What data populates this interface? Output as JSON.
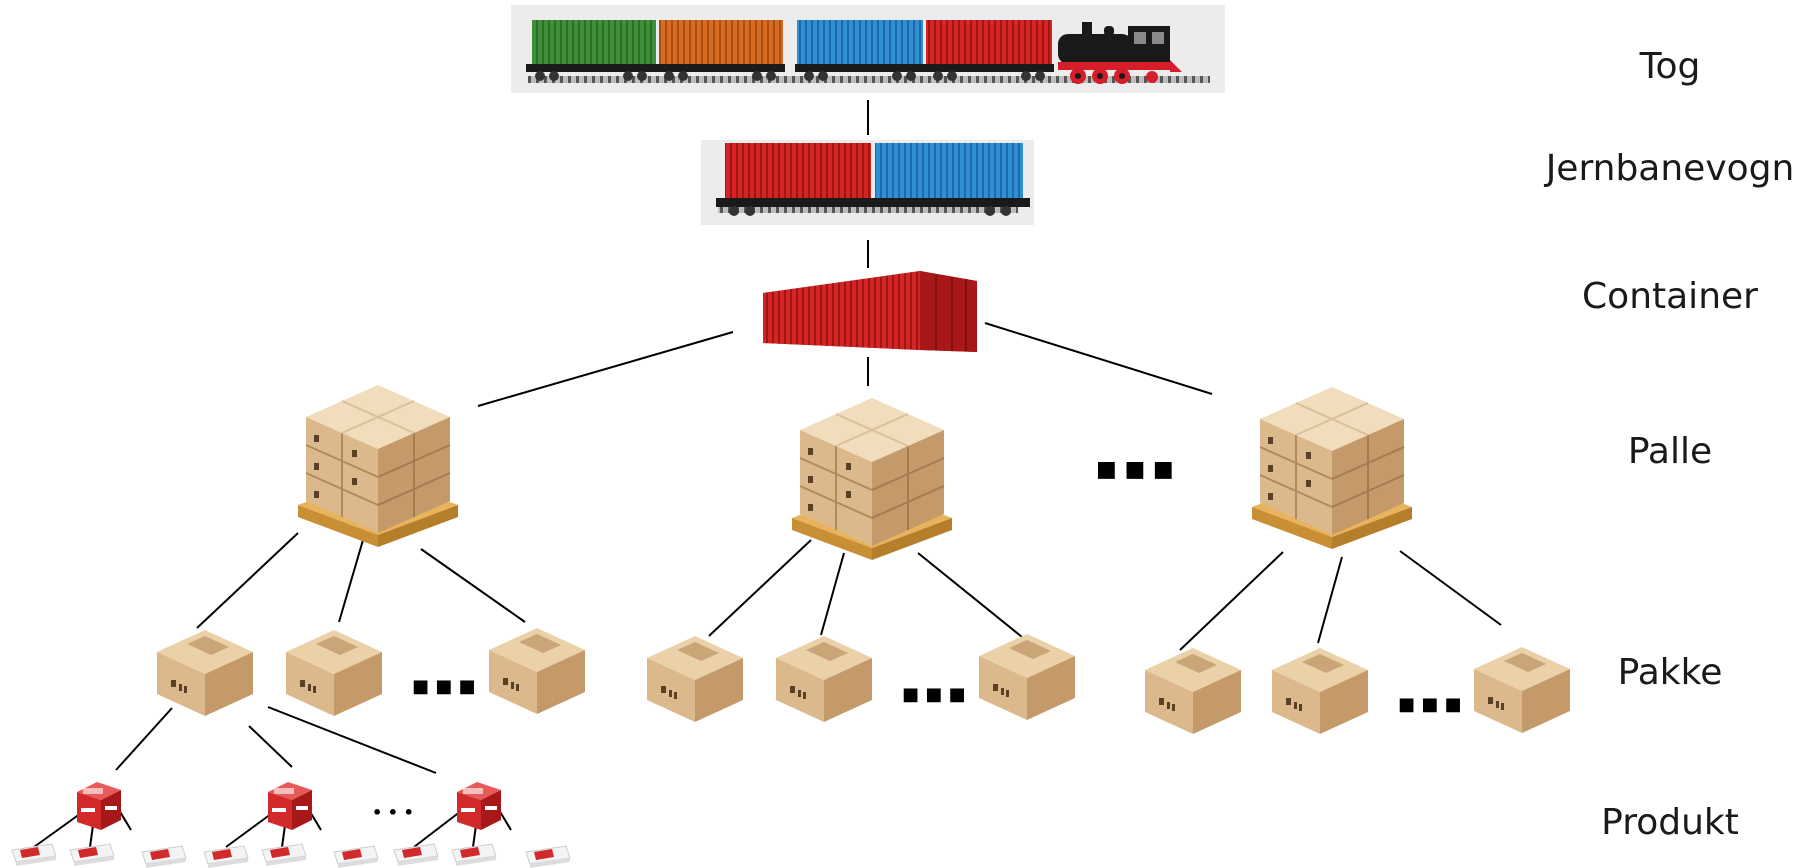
{
  "levels": {
    "tog": "Tog",
    "jernbanevogn": "Jernbanevogn",
    "container": "Container",
    "palle": "Palle",
    "pakke": "Pakke",
    "produkt": "Produkt"
  },
  "ellipsis": {
    "big": "■ ■ ■",
    "small": "• • •"
  },
  "colors": {
    "container_green": "#3f8f3a",
    "container_orange": "#d96a22",
    "container_blue": "#2f8fd6",
    "container_red": "#d42424",
    "locomotive": "#1a1a1a",
    "locomotive_red": "#d61d2a",
    "box": "#dcb98c",
    "box_dark": "#c49a6a",
    "box_tape": "#c9a578",
    "pallet": "#e8b35a",
    "product_red": "#d22a2a",
    "line": "#000000"
  }
}
